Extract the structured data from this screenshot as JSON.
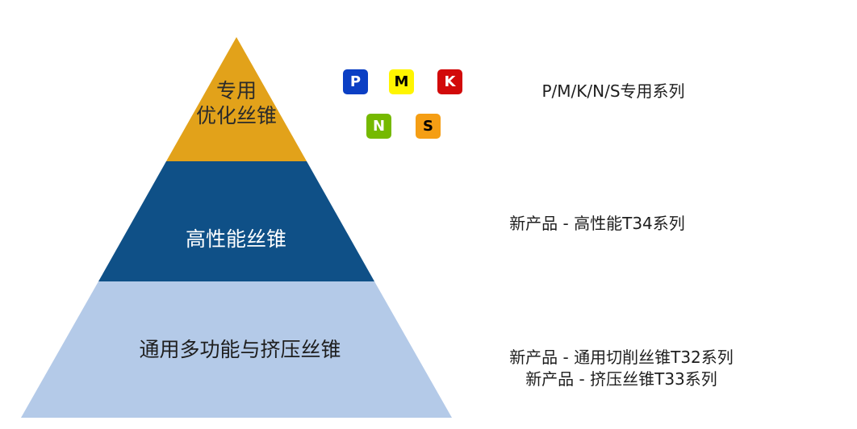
{
  "pyramid": {
    "top": {
      "line1": "专用",
      "line2": "优化丝锥",
      "color": "#E2A21A"
    },
    "middle": {
      "label": "高性能丝锥",
      "color": "#0F5087"
    },
    "bottom": {
      "label": "通用多功能与挤压丝锥",
      "color": "#B4CAE8"
    }
  },
  "badges": [
    {
      "letter": "P",
      "bg": "#0B3FC4",
      "fg": "#FFFFFF"
    },
    {
      "letter": "M",
      "bg": "#FFF500",
      "fg": "#000000"
    },
    {
      "letter": "K",
      "bg": "#D20A0A",
      "fg": "#FFFFFF"
    },
    {
      "letter": "N",
      "bg": "#75B900",
      "fg": "#FFFFFF"
    },
    {
      "letter": "S",
      "bg": "#F59E14",
      "fg": "#000000"
    }
  ],
  "descriptions": {
    "top": "P/M/K/N/S专用系列",
    "middle": "新产品 - 高性能T34系列",
    "bottom_line1": "新产品 - 通用切削丝锥T32系列",
    "bottom_line2": "新产品 -  挤压丝锥T33系列"
  }
}
